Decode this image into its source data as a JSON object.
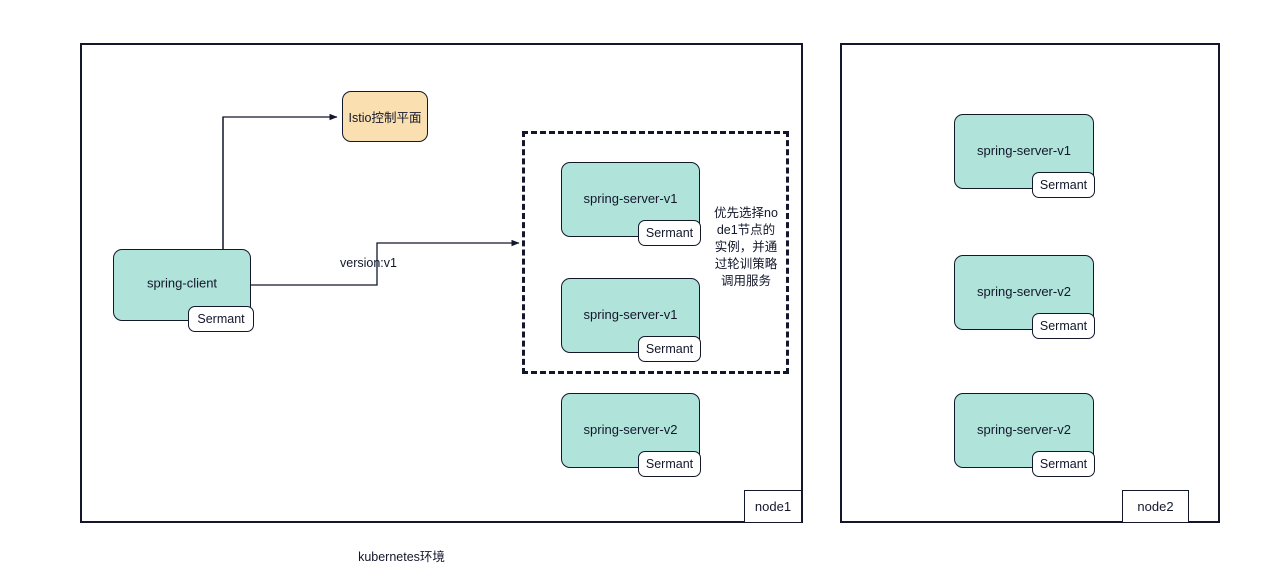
{
  "diagram": {
    "caption": "kubernetes环境",
    "control_plane": {
      "label": "Istio控制平面",
      "fill_color": "#fadfb0"
    },
    "service_fill_color": "#b0e3da",
    "sidecar_label": "Sermant",
    "edges": {
      "version_route_label": "version:v1"
    },
    "annotations": {
      "policy_note": "优先选择node1节点的实例，并通过轮训策略调用服务"
    },
    "nodes": [
      {
        "label": "node1",
        "client": {
          "title": "spring-client",
          "sidecar": "Sermant"
        },
        "dashed_group": {
          "services": [
            {
              "title": "spring-server-v1",
              "sidecar": "Sermant"
            },
            {
              "title": "spring-server-v1",
              "sidecar": "Sermant"
            }
          ]
        },
        "outside_services": [
          {
            "title": "spring-server-v2",
            "sidecar": "Sermant"
          }
        ]
      },
      {
        "label": "node2",
        "services": [
          {
            "title": "spring-server-v1",
            "sidecar": "Sermant"
          },
          {
            "title": "spring-server-v2",
            "sidecar": "Sermant"
          },
          {
            "title": "spring-server-v2",
            "sidecar": "Sermant"
          }
        ]
      }
    ]
  }
}
